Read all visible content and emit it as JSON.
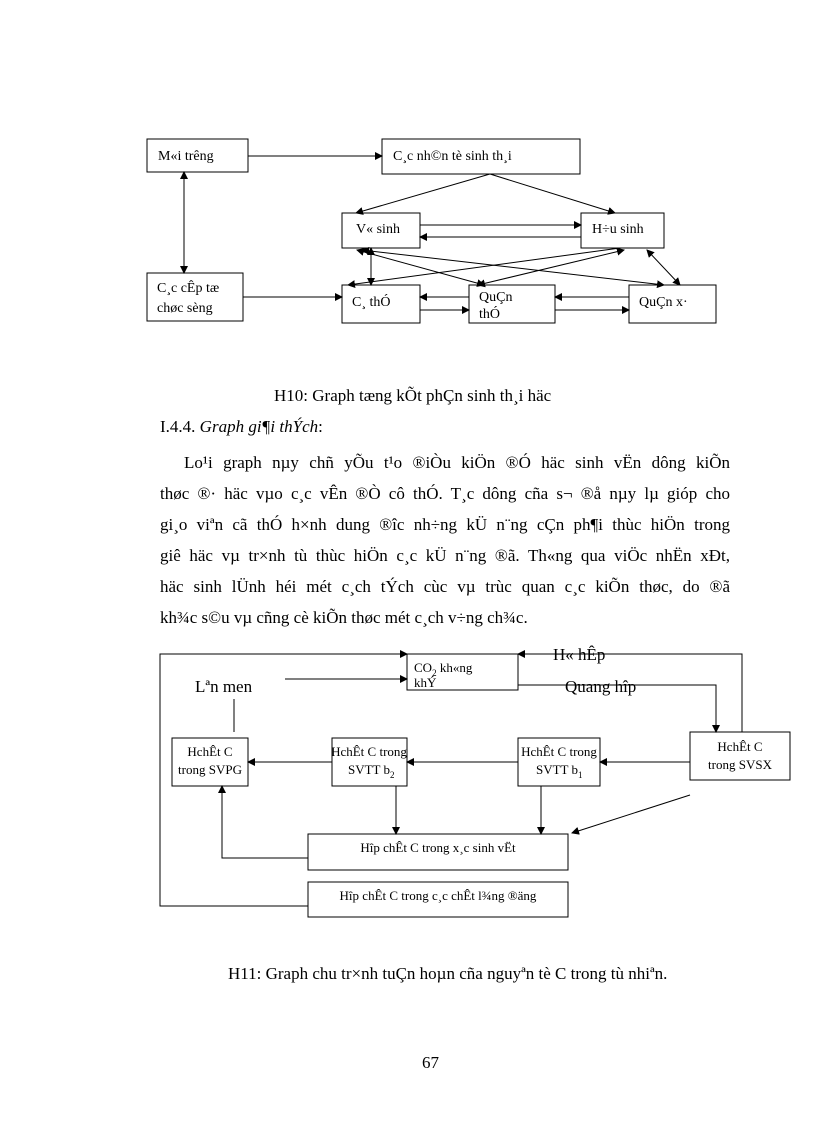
{
  "figure10": {
    "boxes": {
      "moi_truong": "M«i trêng",
      "nhan_to": "C¸c nh©n tè sinh th¸i",
      "vo_sinh": "V« sinh",
      "huu_sinh": "H÷u sinh",
      "cap_to_chuc_1": "C¸c cÊp tæ",
      "cap_to_chuc_2": "chøc sèng",
      "ca_the": "C¸ thÓ",
      "quan_the_1": "QuÇn",
      "quan_the_2": "thÓ",
      "quan_xa": "QuÇn x·"
    },
    "caption": "H10: Graph tæng kÕt phÇn sinh th¸i häc"
  },
  "section": {
    "number": "I.4.4.",
    "title": "Graph gi¶i thÝch",
    "colon": ":"
  },
  "paragraph": [
    "Lo¹i graph nµy chñ yÕu t¹o ®iÒu kiÖn ®Ó häc sinh vËn dông kiÕn",
    "thøc ®· häc vµo c¸c vÊn ®Ò cô thÓ. T¸c dông cña s¬ ®å nµy lµ gióp cho",
    "gi¸o viªn cã thÓ h×nh dung ®îc nh÷ng kÜ n¨ng cÇn ph¶i thùc hiÖn trong",
    "giê häc vµ tr×nh tù thùc hiÖn c¸c kÜ n¨ng ®ã. Th«ng qua viÖc nhËn xÐt,",
    "häc sinh lÜnh héi mét c¸ch tÝch cùc vµ trùc quan c¸c kiÕn thøc, do ®ã",
    "kh¾c s©u vµ cñng cè kiÕn thøc mét c¸ch v÷ng ch¾c."
  ],
  "figure11": {
    "boxes": {
      "co2_1": "CO",
      "co2_sub": "2",
      "co2_2": " kh«ng",
      "co2_3": "khÝ",
      "svpg_1": "HchÊt C",
      "svpg_2": "trong SVPG",
      "b2_1": "HchÊt C trong",
      "b2_2": "SVTT b",
      "b2_sub": "2",
      "b1_1": "HchÊt C trong",
      "b1_2": "SVTT b",
      "b1_sub": "1",
      "svsx_1": "HchÊt C",
      "svsx_2": "trong SVSX",
      "sinh_vat": "Hîp chÊt C trong x¸c sinh vËt",
      "lang_dong": "Hîp chÊt C trong c¸c chÊt l¾ng ®äng"
    },
    "labels": {
      "len_men": "Lªn men",
      "ho_hap": "H« hÊp",
      "quang_hop": "Quang hîp"
    },
    "caption": "H11: Graph chu tr×nh tuÇn hoµn cña nguyªn tè C trong tù nhiªn."
  },
  "page_number": "67"
}
